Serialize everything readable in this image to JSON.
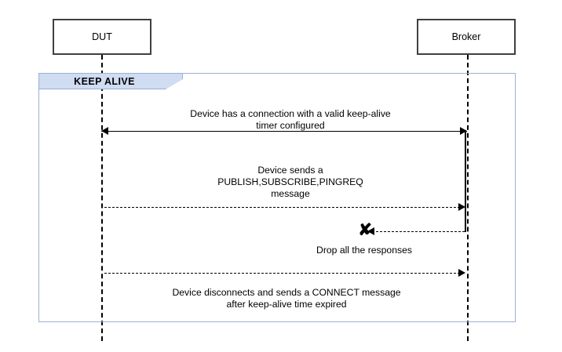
{
  "diagram": {
    "type": "sequence-diagram",
    "participants": [
      {
        "id": "dut",
        "label": "DUT"
      },
      {
        "id": "broker",
        "label": "Broker"
      }
    ],
    "fragment": {
      "label": "KEEP ALIVE",
      "border_color": "#9cb0d4",
      "tab_fill": "#cfdcf2"
    },
    "messages": [
      {
        "id": "m1",
        "text": "Device has a connection with a valid keep-alive\ntimer configured",
        "style": "solid",
        "direction": "bidirectional",
        "from": "dut",
        "to": "broker",
        "text_position": "above"
      },
      {
        "id": "m2",
        "text": "Device sends a\nPUBLISH,SUBSCRIBE,PINGREQ\nmessage",
        "style": "dashed",
        "direction": "right",
        "from": "dut",
        "to": "broker",
        "text_position": "above"
      },
      {
        "id": "m3",
        "text": "Drop all the responses",
        "style": "dashed",
        "direction": "left",
        "from": "broker",
        "to": "dut",
        "text_position": "below",
        "terminator": "X"
      },
      {
        "id": "m4",
        "text": "Device disconnects and sends a CONNECT message\nafter keep-alive time expired",
        "style": "dashed",
        "direction": "right",
        "from": "dut",
        "to": "broker",
        "text_position": "below"
      }
    ],
    "drop_marker_glyph": "✘"
  }
}
